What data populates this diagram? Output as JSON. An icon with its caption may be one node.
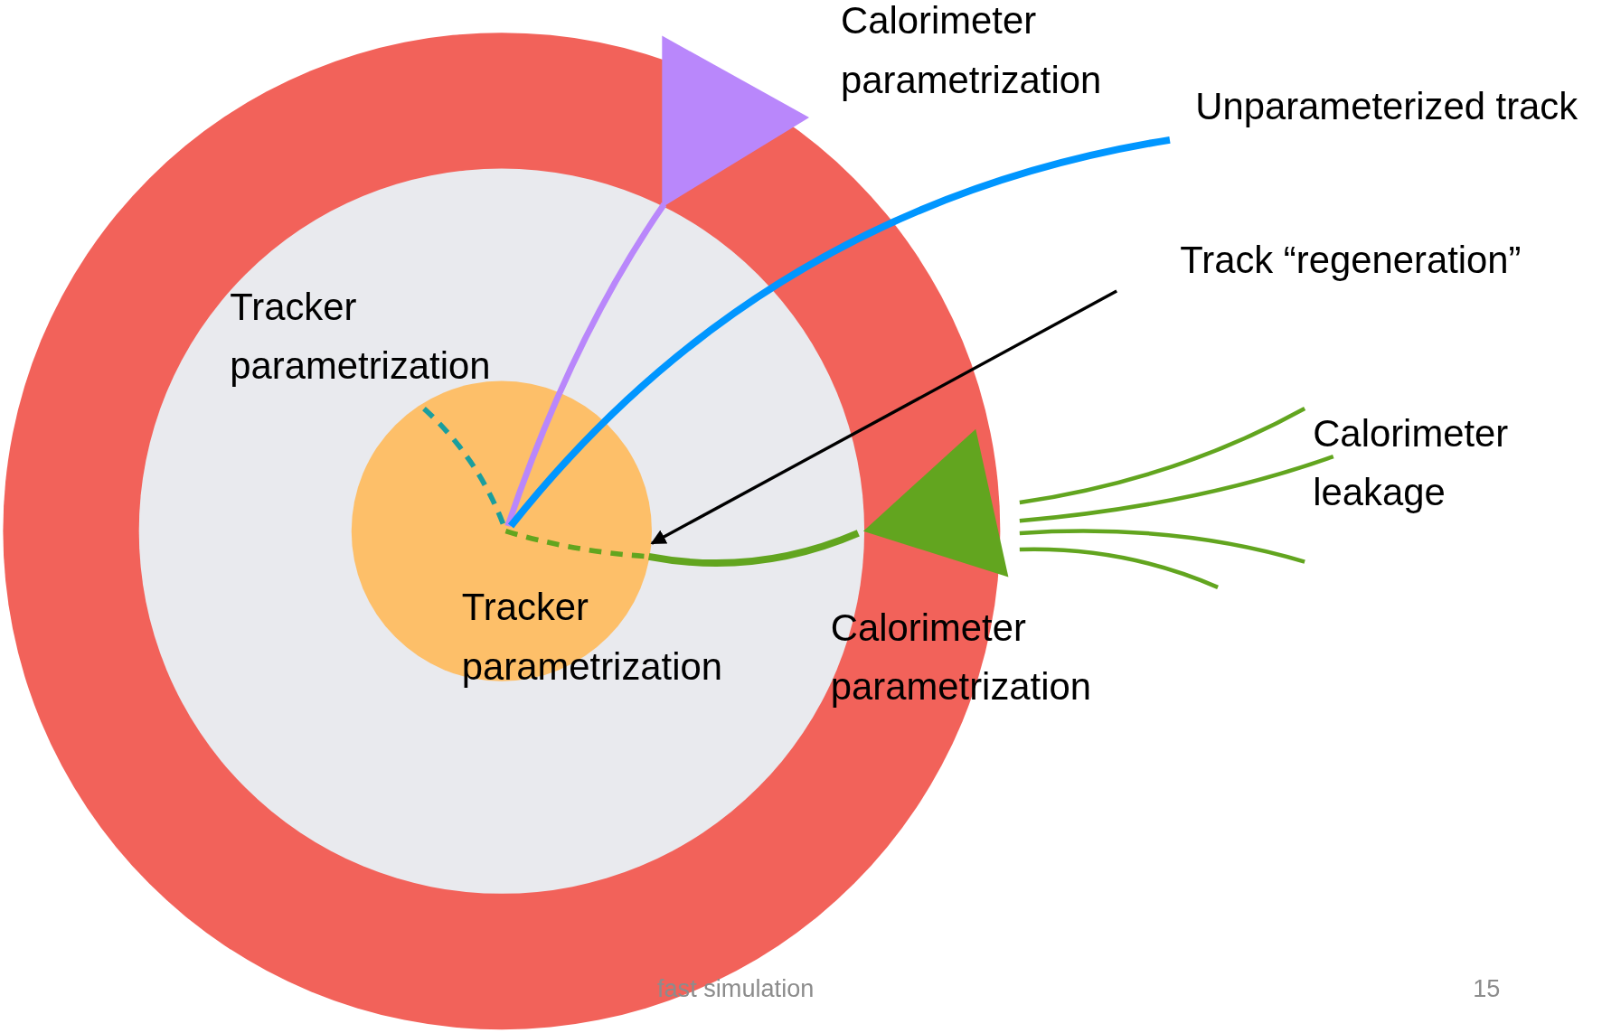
{
  "diagram": {
    "nodes": [
      {
        "text": [],
        "shape": "circle"
      },
      {
        "text": [],
        "shape": "circle",
        "in": 0
      },
      {
        "text": [],
        "shape": "circle",
        "in": 1
      },
      {
        "text": [
          "Track “regeneration”"
        ]
      }
    ],
    "edges": [
      {
        "from": 3,
        "to": 2,
        "arrow": "to"
      }
    ],
    "labels": [
      "Calorimeter parametrization",
      "Unparameterized track",
      "Tracker parametrization",
      "Calorimeter leakage",
      "Tracker parametrization",
      "Calorimeter parametrization",
      "fast simulation",
      "15"
    ]
  }
}
